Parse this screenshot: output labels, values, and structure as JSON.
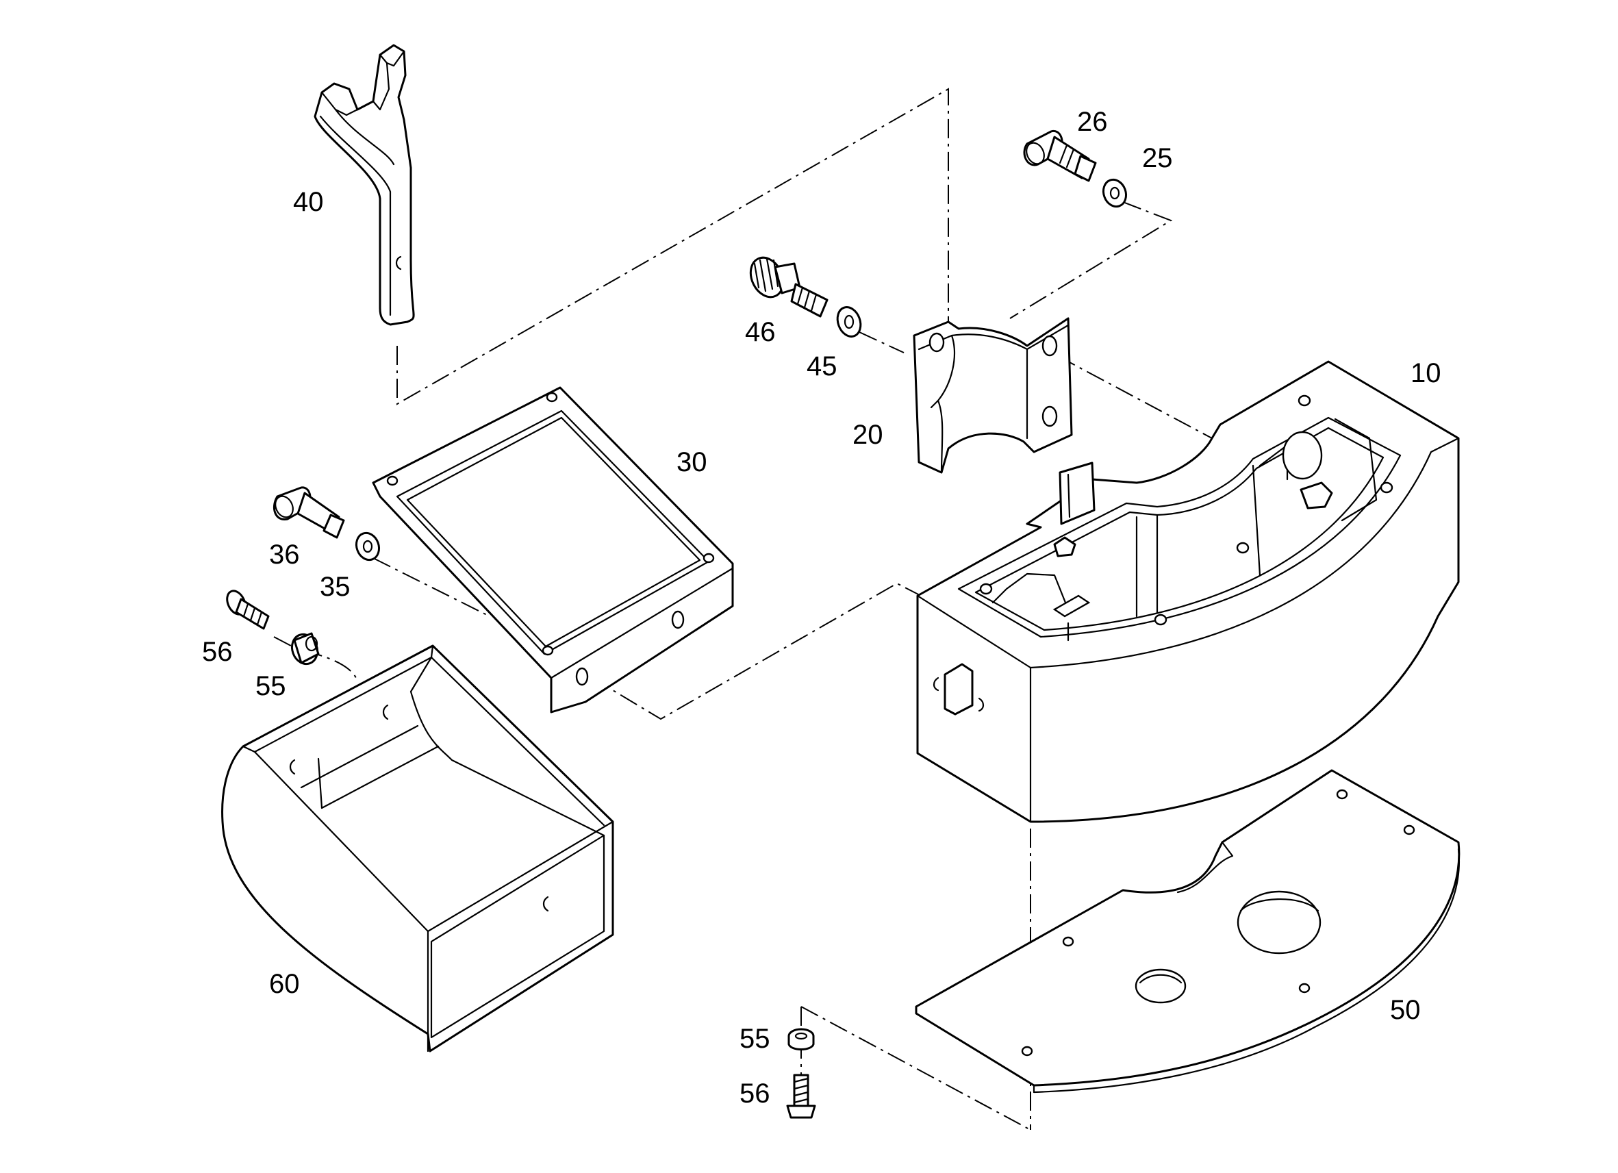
{
  "callouts": {
    "c10": "10",
    "c20": "20",
    "c25": "25",
    "c26": "26",
    "c30": "30",
    "c35": "35",
    "c36": "36",
    "c40": "40",
    "c45": "45",
    "c46": "46",
    "c50": "50",
    "c55a": "55",
    "c55b": "55",
    "c56a": "56",
    "c56b": "56",
    "c60": "60"
  },
  "colors": {
    "ink": "#000000",
    "paper": "#ffffff"
  }
}
